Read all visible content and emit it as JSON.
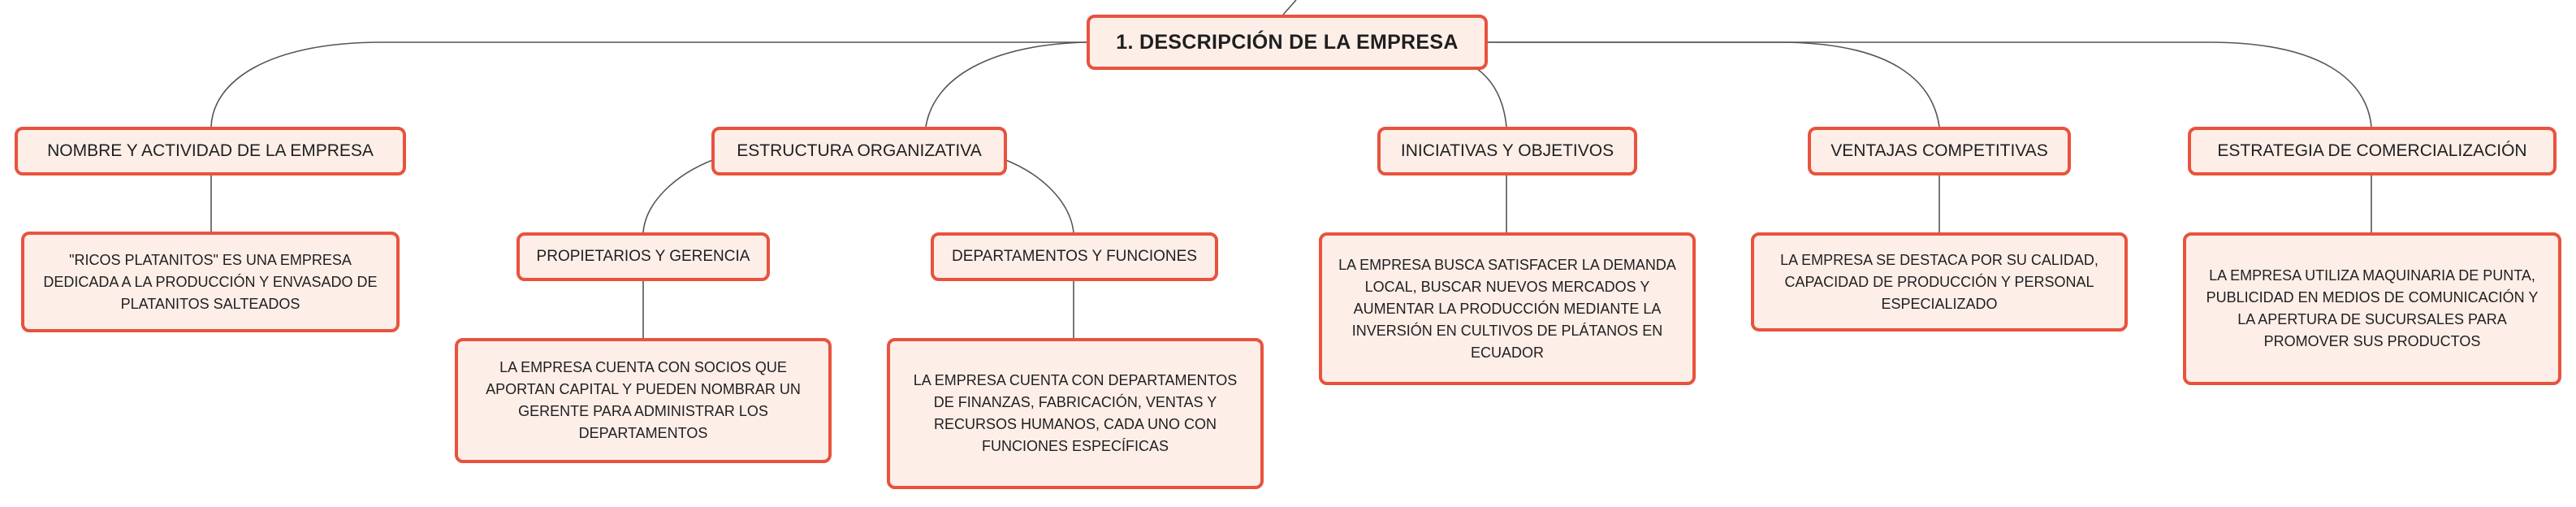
{
  "root": {
    "label": "1. DESCRIPCIÓN DE LA EMPRESA"
  },
  "branches": [
    {
      "label": "NOMBRE Y ACTIVIDAD DE LA EMPRESA",
      "detail": "\"RICOS PLATANITOS\" ES UNA EMPRESA DEDICADA A LA PRODUCCIÓN Y ENVASADO DE PLATANITOS SALTEADOS"
    },
    {
      "label": "ESTRUCTURA ORGANIZATIVA",
      "children": [
        {
          "label": "PROPIETARIOS Y GERENCIA",
          "detail": "LA EMPRESA CUENTA CON SOCIOS QUE APORTAN CAPITAL Y PUEDEN NOMBRAR UN GERENTE PARA ADMINISTRAR LOS DEPARTAMENTOS"
        },
        {
          "label": "DEPARTAMENTOS Y FUNCIONES",
          "detail": "LA EMPRESA CUENTA CON DEPARTAMENTOS DE FINANZAS, FABRICACIÓN, VENTAS Y RECURSOS HUMANOS, CADA UNO CON FUNCIONES ESPECÍFICAS"
        }
      ]
    },
    {
      "label": "INICIATIVAS Y OBJETIVOS",
      "detail": "LA EMPRESA BUSCA SATISFACER LA DEMANDA LOCAL, BUSCAR NUEVOS MERCADOS Y AUMENTAR LA PRODUCCIÓN MEDIANTE LA INVERSIÓN EN CULTIVOS DE PLÁTANOS EN ECUADOR"
    },
    {
      "label": "VENTAJAS COMPETITIVAS",
      "detail": "LA EMPRESA SE DESTACA POR SU CALIDAD, CAPACIDAD DE PRODUCCIÓN Y PERSONAL ESPECIALIZADO"
    },
    {
      "label": "ESTRATEGIA DE COMERCIALIZACIÓN",
      "detail": "LA EMPRESA UTILIZA MAQUINARIA DE PUNTA, PUBLICIDAD EN MEDIOS DE COMUNICACIÓN Y LA APERTURA DE SUCURSALES PARA PROMOVER SUS PRODUCTOS"
    }
  ]
}
